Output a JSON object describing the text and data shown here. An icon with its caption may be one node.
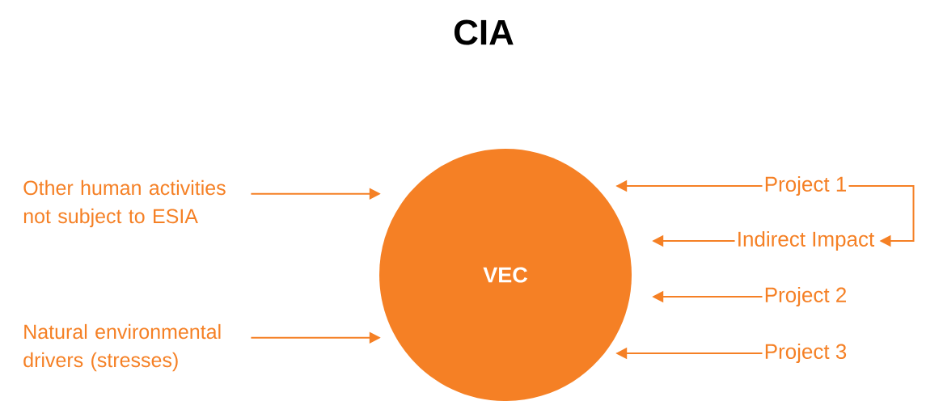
{
  "diagram": {
    "title": "CIA",
    "nodes": [
      {
        "text": [
          "VEC"
        ]
      },
      {
        "text": [
          "Other human activities not subject to ESIA"
        ]
      },
      {
        "text": [
          "Natural environmental drivers (stresses)"
        ]
      },
      {
        "text": [
          "Project 1"
        ]
      },
      {
        "text": [
          "Indirect Impact"
        ]
      },
      {
        "text": [
          "Project 2"
        ]
      },
      {
        "text": [
          "Project 3"
        ]
      }
    ],
    "edges": [
      {
        "from": 1,
        "to": 0,
        "arrow": "to"
      },
      {
        "from": 2,
        "to": 0,
        "arrow": "to"
      },
      {
        "from": 3,
        "to": 0,
        "arrow": "to"
      },
      {
        "from": 3,
        "to": 4,
        "arrow": "to"
      },
      {
        "from": 4,
        "to": 0,
        "arrow": "to"
      },
      {
        "from": 5,
        "to": 0,
        "arrow": "to"
      },
      {
        "from": 6,
        "to": 0,
        "arrow": "to"
      }
    ]
  }
}
